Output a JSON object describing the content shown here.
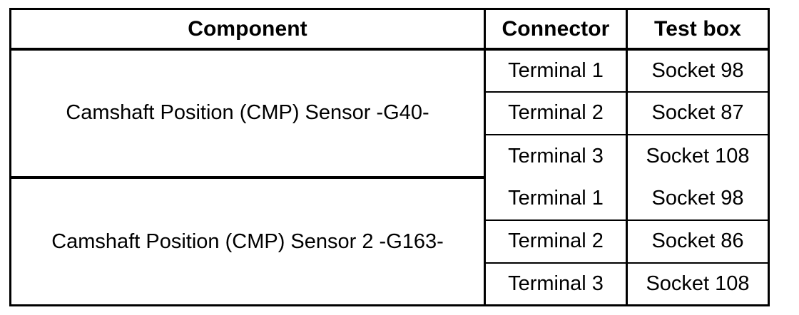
{
  "table": {
    "columns": [
      {
        "key": "component",
        "label": "Component"
      },
      {
        "key": "connector",
        "label": "Connector"
      },
      {
        "key": "test_box",
        "label": "Test box"
      }
    ],
    "groups": [
      {
        "component": "Camshaft Position (CMP) Sensor -G40-",
        "rows": [
          {
            "connector": "Terminal 1",
            "test_box": "Socket 98"
          },
          {
            "connector": "Terminal 2",
            "test_box": "Socket 87"
          },
          {
            "connector": "Terminal 3",
            "test_box": "Socket 108"
          }
        ]
      },
      {
        "component": "Camshaft Position (CMP) Sensor 2 -G163-",
        "rows": [
          {
            "connector": "Terminal 1",
            "test_box": "Socket 98"
          },
          {
            "connector": "Terminal 2",
            "test_box": "Socket 86"
          },
          {
            "connector": "Terminal 3",
            "test_box": "Socket 108"
          }
        ]
      }
    ]
  },
  "style": {
    "text_color": "#000000",
    "background_color": "#ffffff",
    "border_color": "#000000"
  }
}
